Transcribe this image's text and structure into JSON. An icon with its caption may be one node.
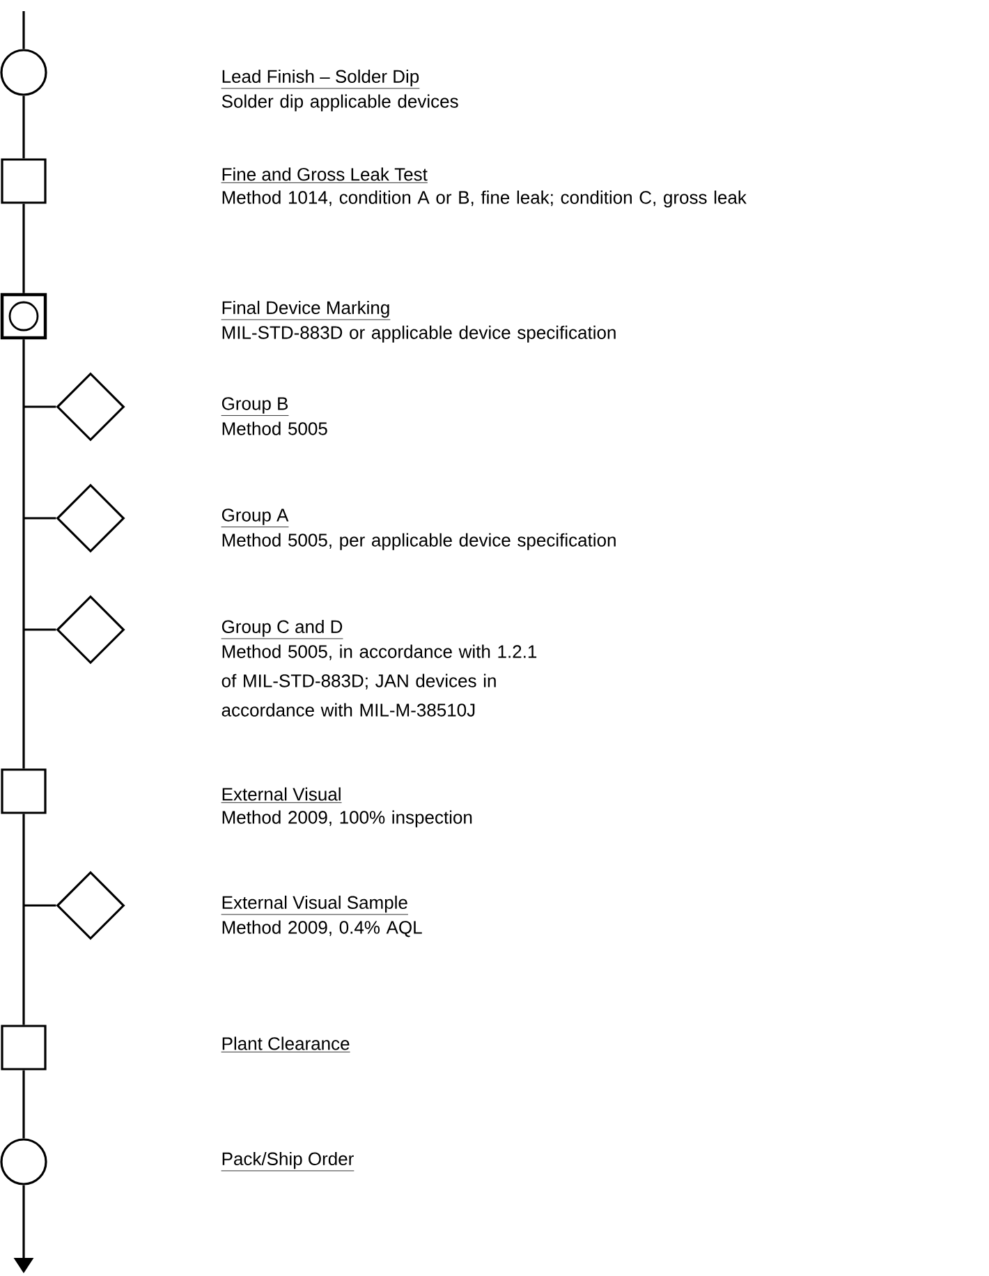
{
  "diagram": {
    "nodes": [
      {
        "text": [],
        "shape": "circle",
        "beside": [
          "Lead Finish – Solder Dip",
          "Solder dip applicable devices"
        ]
      },
      {
        "text": [],
        "shape": "box",
        "beside": [
          "Fine and Gross Leak Test",
          "Method 1014, condition A or B, fine leak; condition C, gross leak"
        ]
      },
      {
        "text": [],
        "shape": "box-circle",
        "beside": [
          "Final Device Marking",
          "MIL-STD-883D or applicable device specification"
        ]
      },
      {
        "text": [],
        "shape": "diamond",
        "beside": [
          "Group B",
          "Method 5005"
        ]
      },
      {
        "text": [],
        "shape": "diamond",
        "beside": [
          "Group A",
          "Method 5005, per applicable device specification"
        ]
      },
      {
        "text": [],
        "shape": "diamond",
        "beside": [
          "Group C and D",
          "Method 5005, in accordance with 1.2.1 of MIL-STD-883D; JAN devices in accordance with MIL-M-38510J"
        ]
      },
      {
        "text": [],
        "shape": "box",
        "beside": [
          "External Visual",
          "Method 2009, 100% inspection"
        ]
      },
      {
        "text": [],
        "shape": "diamond",
        "beside": [
          "External Visual Sample",
          "Method 2009, 0.4% AQL"
        ]
      },
      {
        "text": [],
        "shape": "box"
      },
      {
        "text": [],
        "shape": "circle"
      }
    ],
    "labels": [
      "Plant Clearance",
      "Pack/Ship Order"
    ],
    "edges": [
      {
        "from": null,
        "to": 0,
        "arrow": "none"
      },
      {
        "from": 0,
        "to": 1,
        "arrow": "none"
      },
      {
        "from": 1,
        "to": 2,
        "arrow": "none"
      },
      {
        "from": 2,
        "to": 6,
        "arrow": "none"
      },
      {
        "from": null,
        "to": 3,
        "arrow": "none"
      },
      {
        "from": null,
        "to": 4,
        "arrow": "none"
      },
      {
        "from": null,
        "to": 5,
        "arrow": "none"
      },
      {
        "from": 6,
        "to": 8,
        "arrow": "none"
      },
      {
        "from": null,
        "to": 7,
        "arrow": "none"
      },
      {
        "from": 8,
        "to": 9,
        "arrow": "none"
      },
      {
        "from": 9,
        "to": null,
        "arrow": "to"
      }
    ]
  }
}
